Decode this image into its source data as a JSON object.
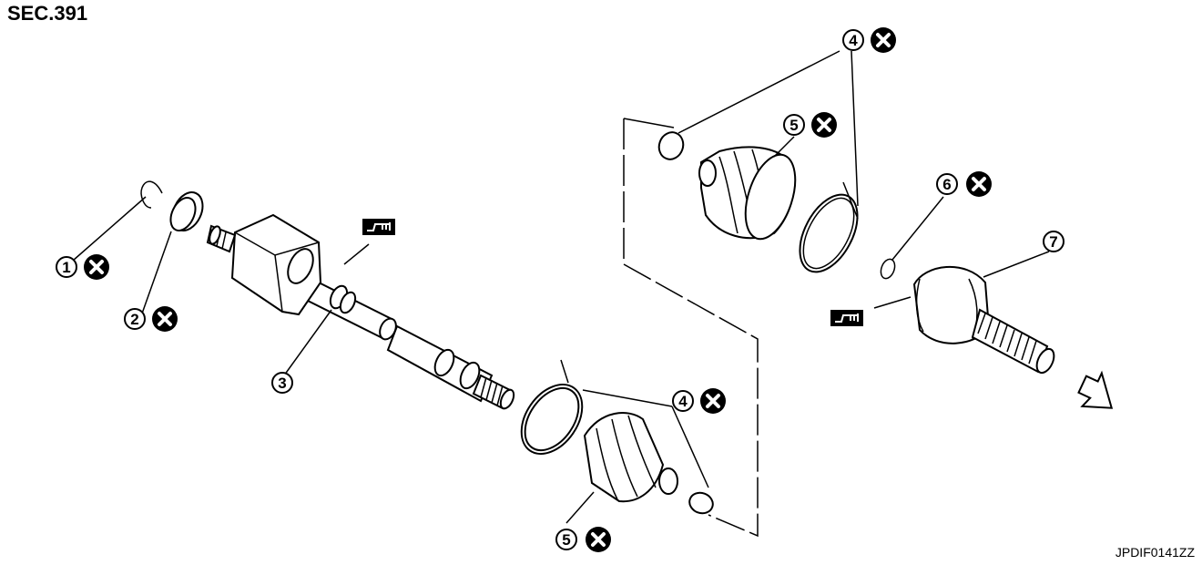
{
  "header": {
    "section": "SEC.391"
  },
  "footer": {
    "figure_code": "JPDIF0141ZZ"
  },
  "callouts": [
    {
      "number": "1",
      "replace": true
    },
    {
      "number": "2",
      "replace": true
    },
    {
      "number": "3",
      "replace": false
    },
    {
      "number": "4",
      "replace": true
    },
    {
      "number": "4",
      "replace": true
    },
    {
      "number": "5",
      "replace": true
    },
    {
      "number": "5",
      "replace": true
    },
    {
      "number": "6",
      "replace": true
    },
    {
      "number": "7",
      "replace": false
    }
  ],
  "symbols": [
    "do-not-reuse-x-icon",
    "grease-gun-icon"
  ],
  "colors": {
    "ink": "#000000",
    "background": "#ffffff"
  }
}
